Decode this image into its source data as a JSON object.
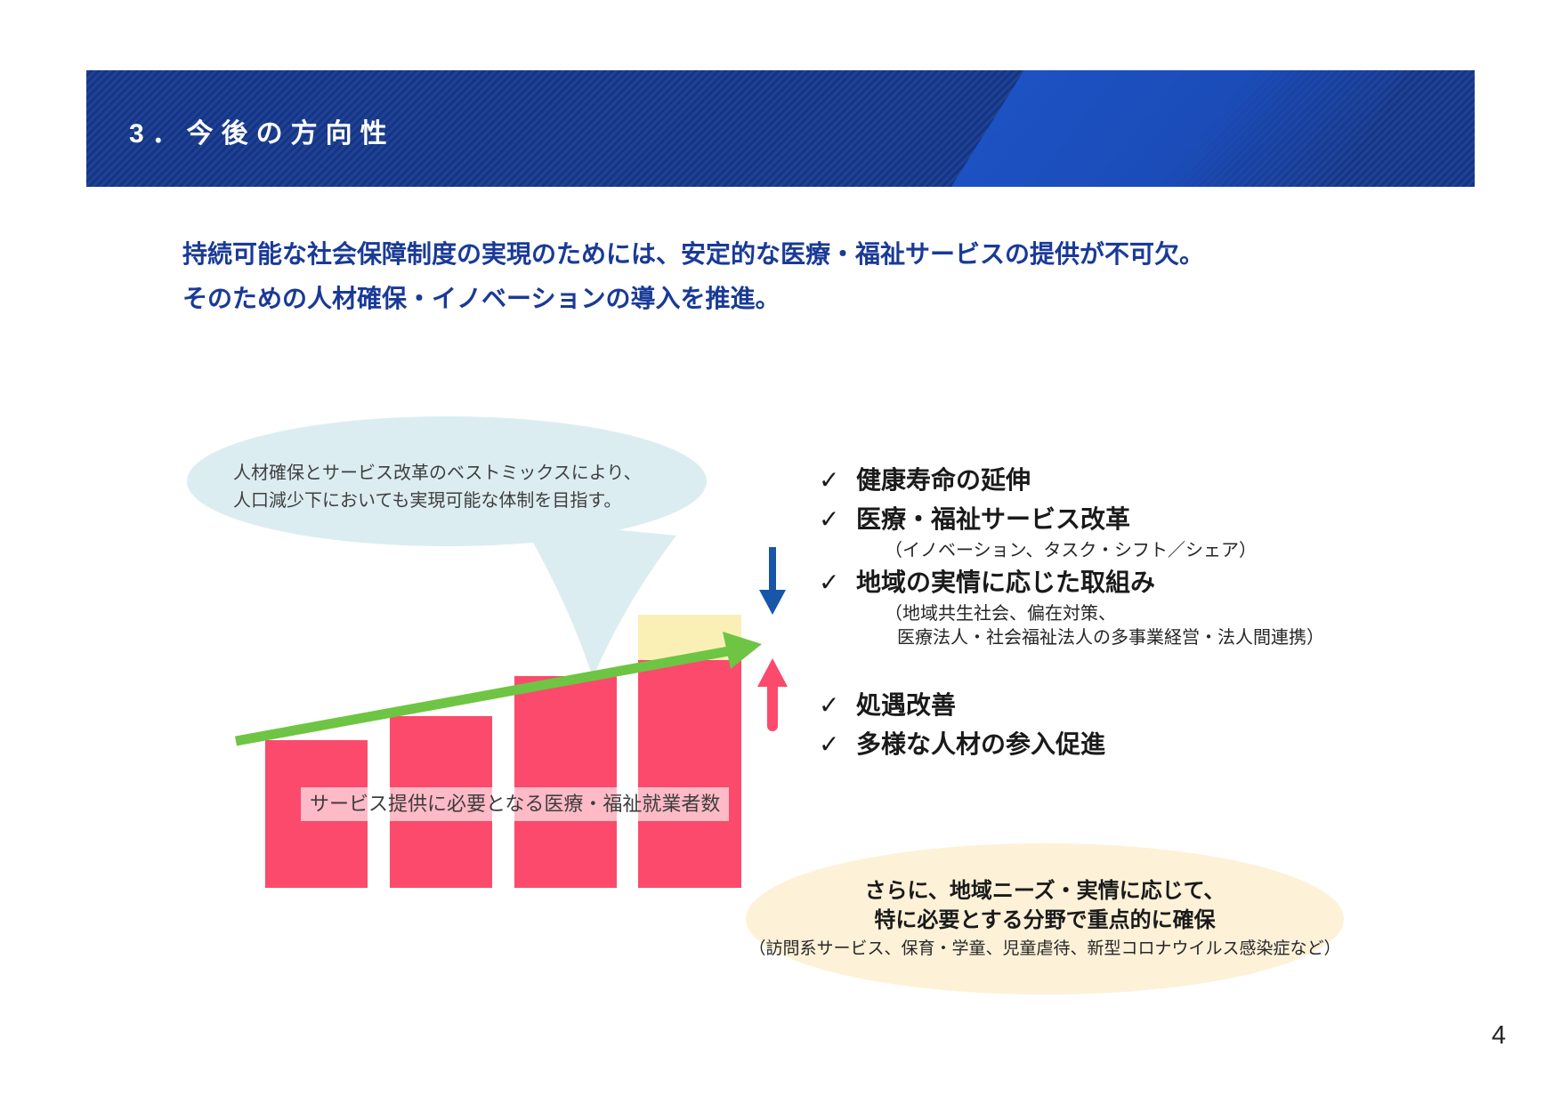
{
  "slide": {
    "title": "3．今後の方向性",
    "page_number": "4"
  },
  "intro": {
    "line1": "持続可能な社会保障制度の実現のためには、安定的な医療・福祉サービスの提供が不可欠。",
    "line2": "そのための人材確保・イノベーションの導入を推進。"
  },
  "bubble": {
    "text": "人材確保とサービス改革のベストミックスにより、人口減少下においても実現可能な体制を目指す。"
  },
  "chart_label": "サービス提供に必要となる医療・福祉就業者数",
  "checklist": {
    "check_glyph": "✓",
    "items": [
      {
        "label": "健康寿命の延伸",
        "sub": []
      },
      {
        "label": "医療・福祉サービス改革",
        "sub": [
          "（イノベーション、タスク・シフト／シェア）"
        ]
      },
      {
        "label": "地域の実情に応じた取組み",
        "sub": [
          "（地域共生社会、偏在対策、",
          "医療法人・社会福祉法人の多事業経営・法人間連携）"
        ]
      }
    ],
    "items2": [
      {
        "label": "処遇改善"
      },
      {
        "label": "多様な人材の参入促進"
      }
    ]
  },
  "cream_ellipse": {
    "line1": "さらに、地域ニーズ・実情に応じて、",
    "line2": "特に必要とする分野で重点的に確保",
    "line3": "（訪問系サービス、保育・学童、児童虐待、新型コロナウイルス感染症など）"
  },
  "chart_data": {
    "type": "bar",
    "description": "Conceptual bar chart (no axes): number of medical/welfare workers needed for service provision, rising over time, with green upward trend arrow; last bar has extra pale-yellow segment on top",
    "categories": [
      "bar1",
      "bar2",
      "bar3",
      "bar4"
    ],
    "series": [
      {
        "name": "pink-base-height-px",
        "values": [
          166,
          193,
          238,
          256
        ]
      },
      {
        "name": "yellow-extra-height-px",
        "values": [
          0,
          0,
          0,
          51
        ]
      }
    ],
    "title": "サービス提供に必要となる医療・福祉就業者数",
    "xlabel": "",
    "ylabel": "",
    "grid": false,
    "legend": false
  },
  "colors": {
    "banner_blue": "#15388D",
    "banner_light_blue": "#1D52C4",
    "intro_text_blue": "#1A3A97",
    "bubble_light_blue": "#DCEDF1",
    "bar_pink": "#FB4A6B",
    "bar_extra_yellow": "#FAF0B5",
    "trend_arrow_green": "#6EC544",
    "down_arrow_blue": "#1756A9",
    "up_arrow_red": "#FB4A6B",
    "cream_ellipse": "#FDF1D8",
    "text_dark": "#262626"
  }
}
